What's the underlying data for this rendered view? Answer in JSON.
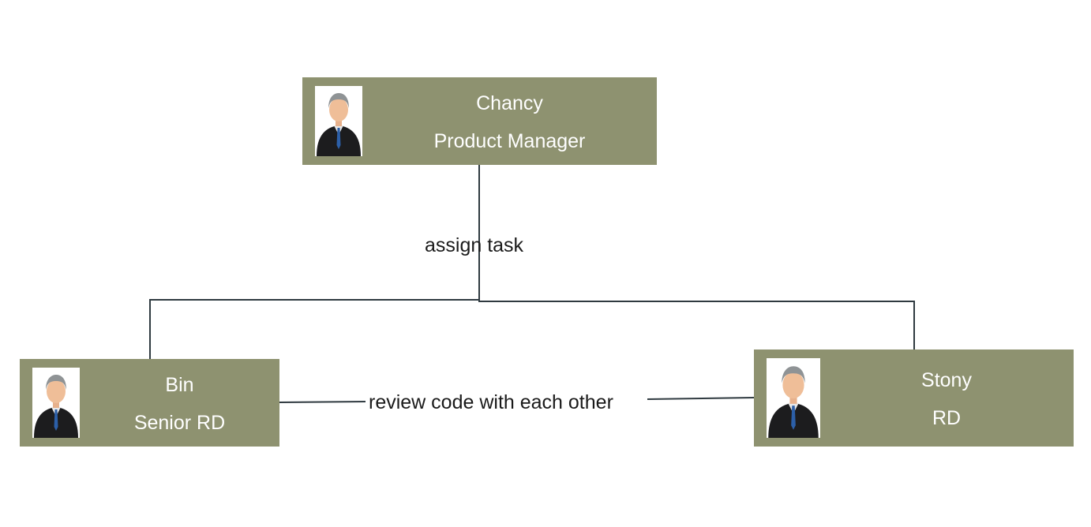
{
  "diagram": {
    "nodes": [
      {
        "id": "chancy",
        "name": "Chancy",
        "role": "Product Manager",
        "icon": "person-avatar-icon"
      },
      {
        "id": "bin",
        "name": "Bin",
        "role": "Senior RD",
        "icon": "person-avatar-icon"
      },
      {
        "id": "stony",
        "name": "Stony",
        "role": "RD",
        "icon": "person-avatar-icon"
      }
    ],
    "edges": [
      {
        "from": "chancy",
        "to": [
          "bin",
          "stony"
        ],
        "label": "assign task"
      },
      {
        "from": "bin",
        "to": [
          "stony"
        ],
        "label": "review code with each other"
      }
    ],
    "colors": {
      "node_fill": "#8e9270",
      "node_text": "#ffffff",
      "edge_line": "#2f3a40",
      "label_text": "#1a1a1a",
      "background": "#ffffff"
    }
  }
}
